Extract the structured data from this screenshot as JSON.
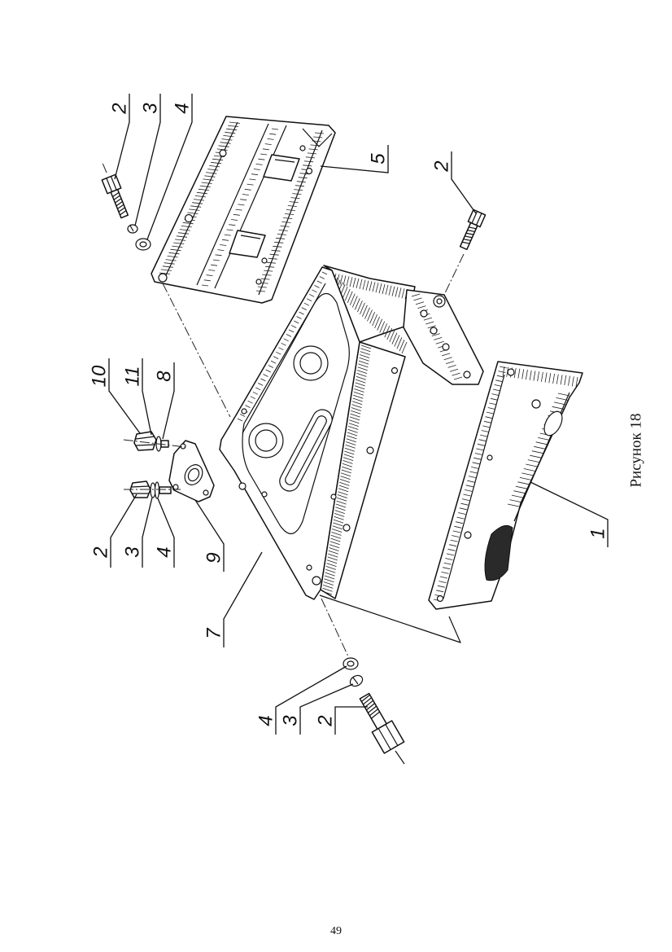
{
  "figure": {
    "caption": "Рисунок 18"
  },
  "page": {
    "number": "49"
  },
  "callouts": [
    "2",
    "3",
    "4",
    "5",
    "2",
    "10",
    "11",
    "8",
    "2",
    "3",
    "4",
    "9",
    "7",
    "1",
    "4",
    "3",
    "2"
  ]
}
